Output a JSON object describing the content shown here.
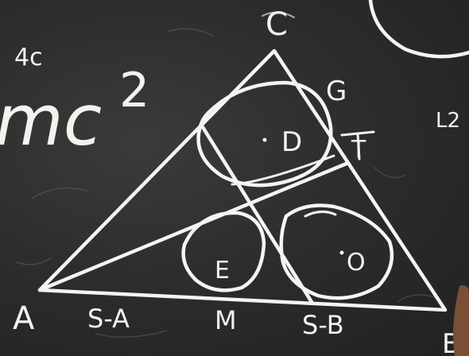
{
  "board": {
    "background_color": "#2b2d2c",
    "chalk_color": "#f4f4f0"
  },
  "labels": {
    "equation_prefix": "mc",
    "equation_exponent": "2",
    "corner_note": "4c",
    "side_note": "L2",
    "vertex_a": "A",
    "vertex_b": "B",
    "vertex_c": "C",
    "point_g": "G",
    "point_t": "T",
    "point_m": "M",
    "center_d": "D",
    "center_o": "O",
    "center_e": "E",
    "segment_left": "S-A",
    "segment_right": "S-B"
  }
}
